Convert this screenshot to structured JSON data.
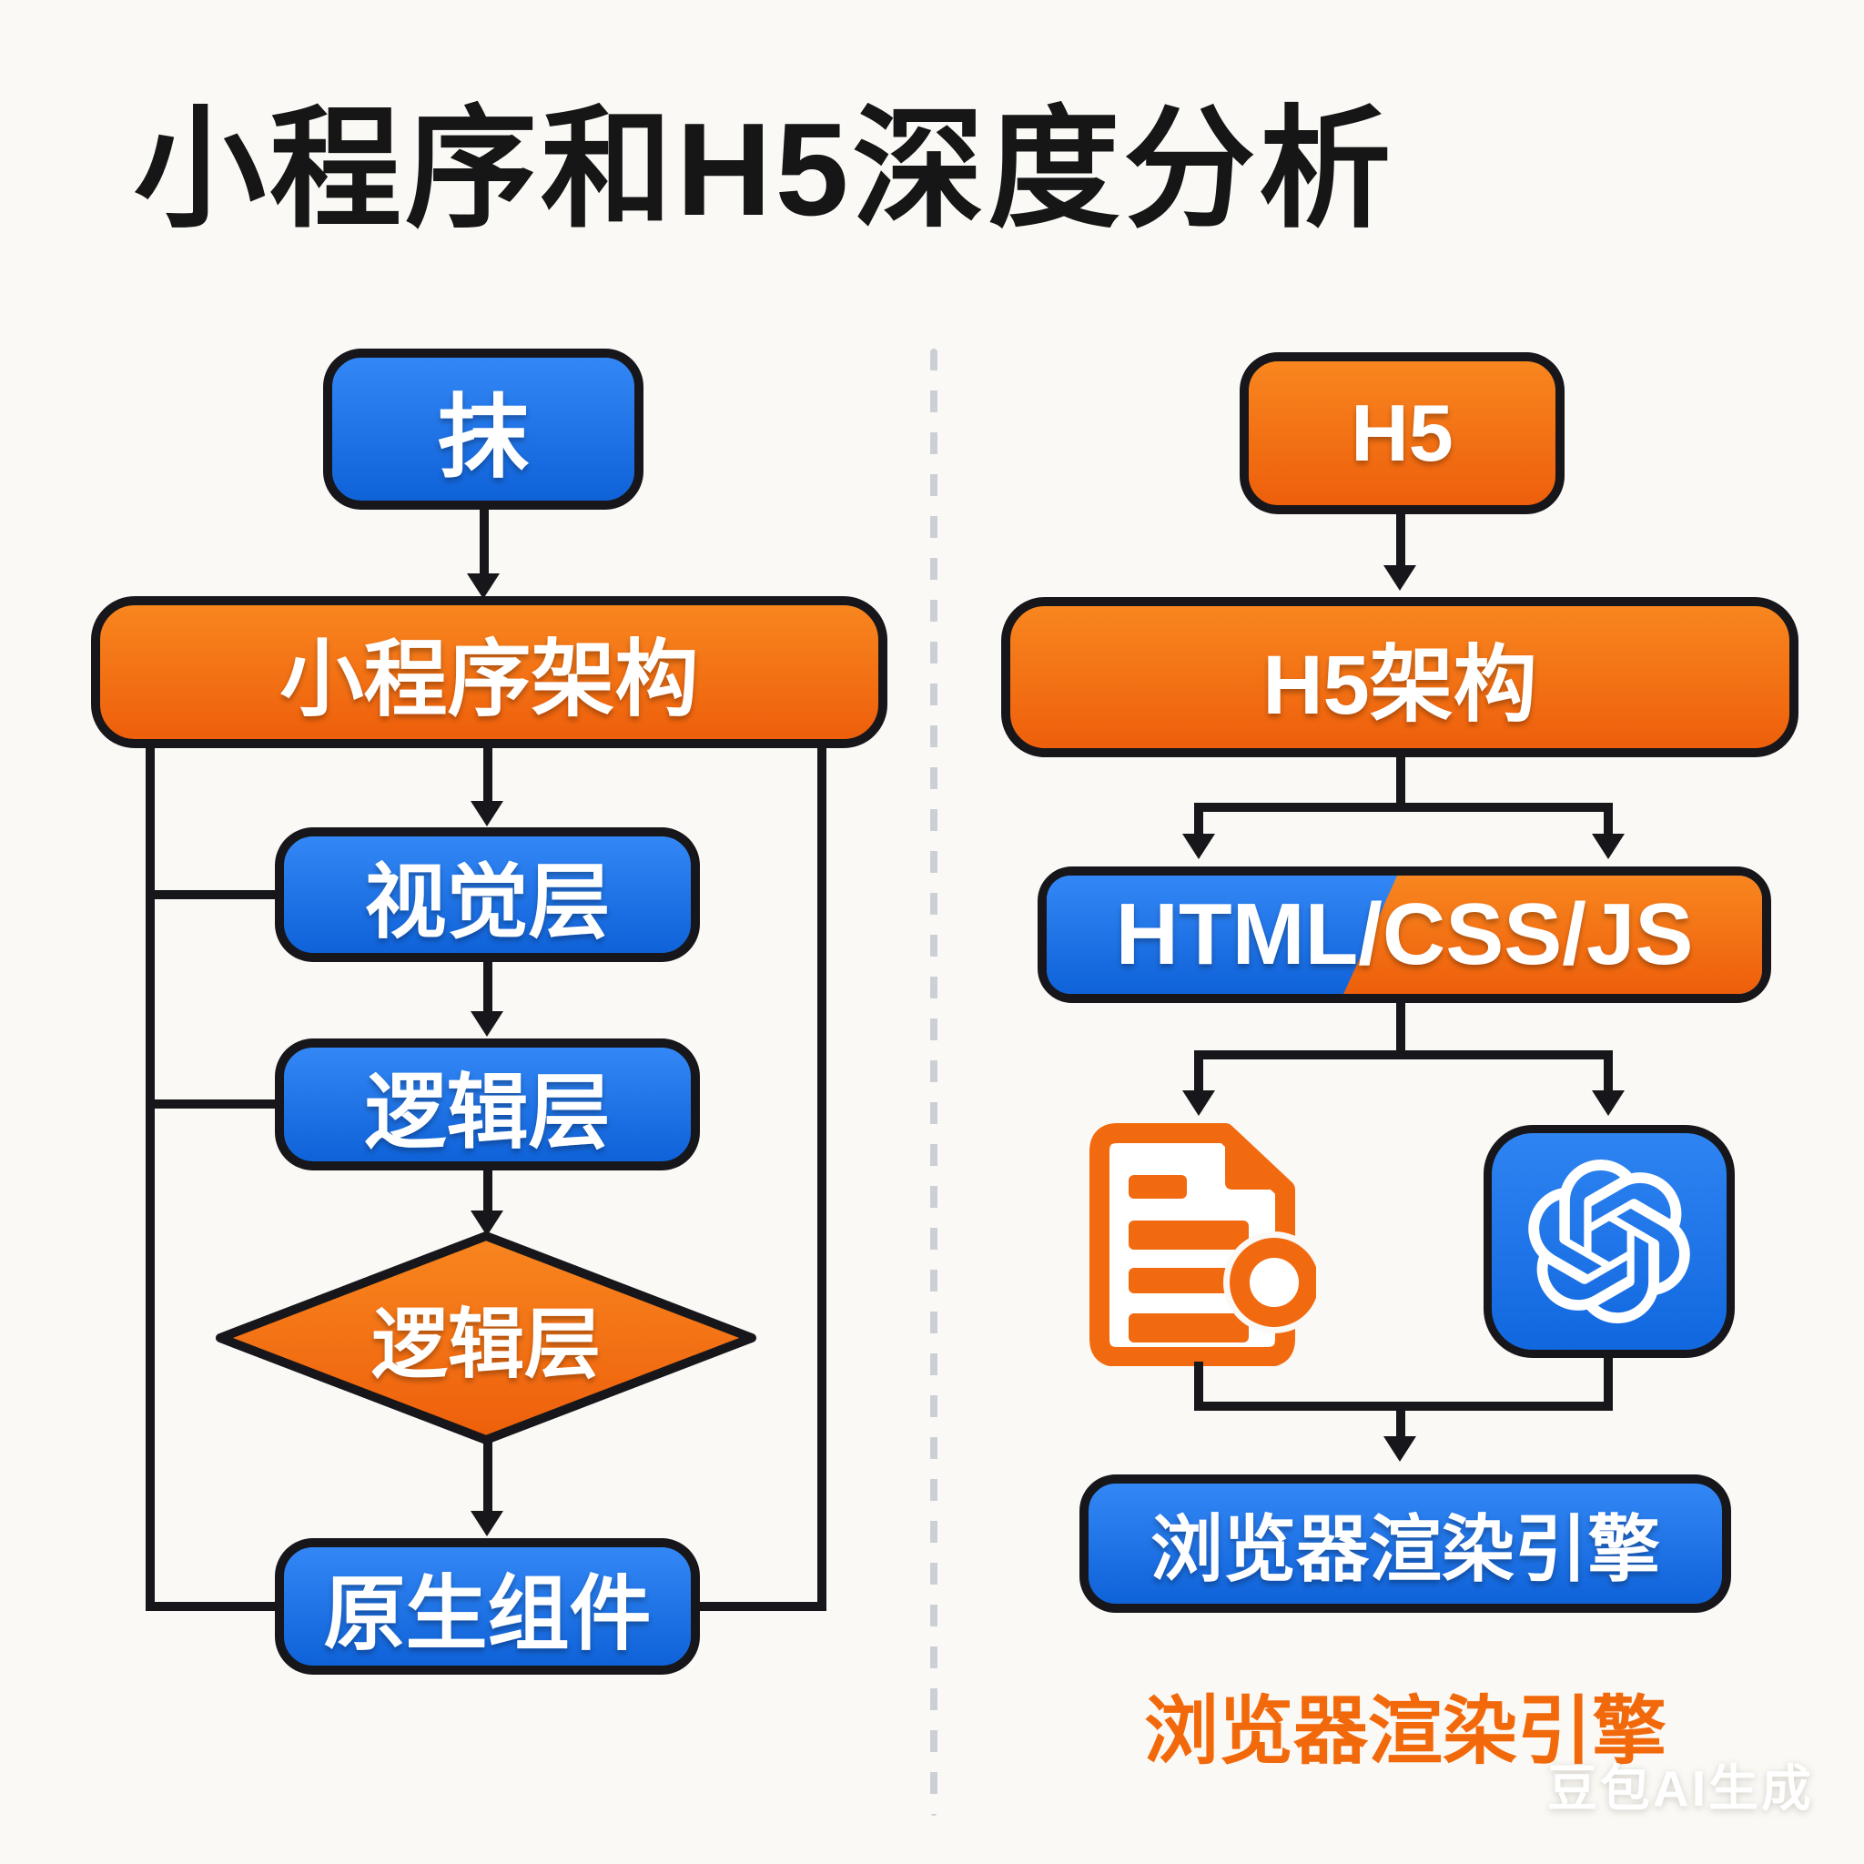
{
  "title": "小程序和H5深度分析",
  "left_column": {
    "top_box": "抹",
    "architecture_box": "小程序架构",
    "view_layer_box": "视觉层",
    "logic_layer_box": "逻辑层",
    "decision_diamond": "逻辑层",
    "native_component_box": "原生组件"
  },
  "right_column": {
    "h5_box": "H5",
    "architecture_box": "H5架构",
    "stack_box": "HTML/CSS/JS",
    "icons": [
      {
        "name": "document-search-icon"
      },
      {
        "name": "openai-logo-icon"
      }
    ],
    "engine_box": "浏览器渲染引擎",
    "engine_caption": "浏览器渲染引擎"
  },
  "watermark": "豆包AI生成",
  "colors": {
    "blue": "#1b6de4",
    "orange": "#f3730f",
    "line": "#17171b",
    "background": "#faf9f5",
    "caption_orange": "#f2690c",
    "divider_gray": "#ccd0d6"
  }
}
